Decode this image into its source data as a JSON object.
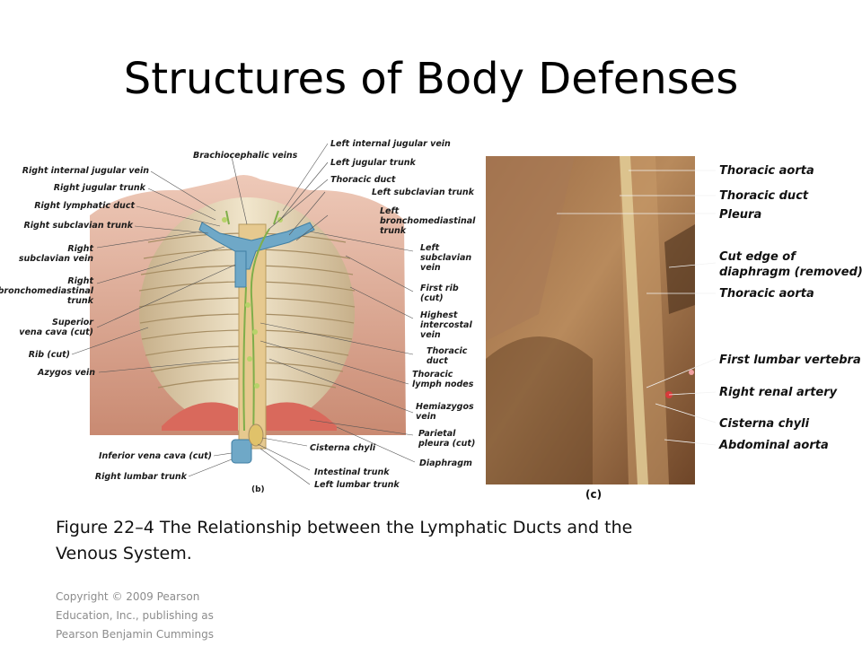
{
  "slide": {
    "title": "Structures of Body Defenses",
    "caption": "Figure 22–4 The Relationship between the Lymphatic Ducts and the Venous System.",
    "copyright": "Copyright © 2009 Pearson Education, Inc., publishing as Pearson Benjamin Cummings"
  },
  "figure_b": {
    "panel_label": "(b)",
    "labels_left": [
      "Right internal jugular vein",
      "Right jugular trunk",
      "Right lymphatic duct",
      "Right subclavian trunk",
      "Right\nsubclavian vein",
      "Right\nbronchomediastinal\ntrunk",
      "Superior\nvena cava (cut)",
      "Rib (cut)",
      "Azygos vein",
      "Inferior vena cava (cut)",
      "Right lumbar trunk"
    ],
    "labels_top": [
      "Brachiocephalic veins",
      "Left internal jugular vein",
      "Left jugular trunk",
      "Thoracic duct",
      "Left subclavian trunk",
      "Left\nbronchomediastinal\ntrunk"
    ],
    "labels_right": [
      "Left\nsubclavian\nvein",
      "First rib\n(cut)",
      "Highest\nintercostal\nvein",
      "Thoracic\nduct",
      "Thoracic\nlymph nodes",
      "Hemiazygos\nvein",
      "Parietal\npleura (cut)",
      "Diaphragm"
    ],
    "labels_bottom": [
      "Cisterna chyli",
      "Intestinal trunk",
      "Left lumbar trunk"
    ]
  },
  "figure_c": {
    "panel_label": "(c)",
    "labels": [
      "Thoracic aorta",
      "Thoracic duct",
      "Pleura",
      "Cut edge of\ndiaphragm (removed)",
      "Thoracic aorta",
      "First lumbar vertebra",
      "Right renal artery",
      "Cisterna chyli",
      "Abdominal aorta"
    ]
  },
  "colors": {
    "vein_blue": "#6fa8c7",
    "lymph_green": "#7fae4a",
    "rib_tan": "#e9d8b0",
    "diaphragm_red": "#d9695c",
    "skin": "#d8a08a",
    "photo_brown": "#8a5a36"
  }
}
